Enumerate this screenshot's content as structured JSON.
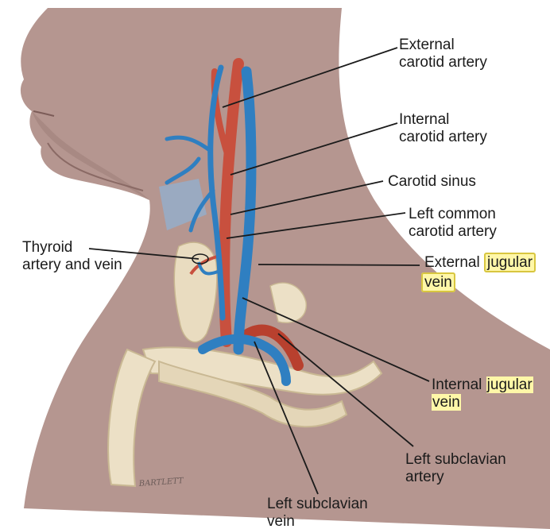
{
  "labels": {
    "external_carotid": {
      "line1": "External",
      "line2": "carotid artery"
    },
    "internal_carotid": {
      "line1": "Internal",
      "line2": "carotid artery"
    },
    "carotid_sinus": {
      "text": "Carotid sinus"
    },
    "left_common_carotid": {
      "line1": "Left common",
      "line2": "carotid artery"
    },
    "thyroid": {
      "line1": "Thyroid",
      "line2": "artery and vein"
    },
    "external_jugular": {
      "word1": "External",
      "word2": "jugular",
      "word3": "vein"
    },
    "internal_jugular": {
      "word1": "Internal",
      "word2": "jugular",
      "word3": "vein"
    },
    "left_subclavian_artery": {
      "line1": "Left subclavian",
      "line2": "artery"
    },
    "left_subclavian_vein": {
      "line1": "Left subclavian",
      "line2": "vein"
    }
  },
  "signature": "BARTLETT",
  "colors": {
    "skin": "#b59690",
    "skin_dark": "#9c7b76",
    "vein": "#2f7fc1",
    "artery": "#c8503e",
    "bone": "#ece0c6",
    "thyroid": "#e9dcc0",
    "highlight": "#fff7a8"
  }
}
